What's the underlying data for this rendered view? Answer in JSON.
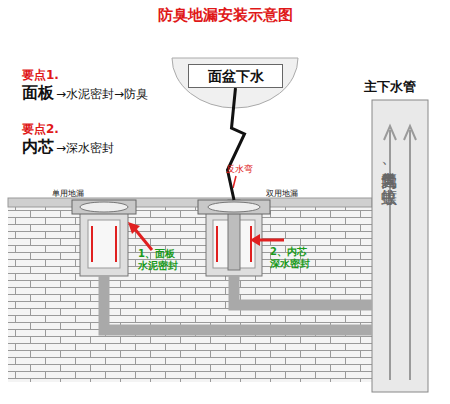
{
  "diagram": {
    "title": "防臭地漏安装示意图",
    "nodes": [
      {
        "text": [
          "面盆下水"
        ]
      },
      {
        "text": [
          "单用地漏"
        ]
      },
      {
        "text": [
          "双用地漏"
        ]
      },
      {
        "text": [
          "主下水管",
          "管道内臭气、蚊虫等"
        ]
      }
    ],
    "edges": [
      {
        "from": 0,
        "to": 2,
        "arrow": "none"
      },
      {
        "from": 1,
        "to": 3,
        "arrow": "none"
      },
      {
        "from": 2,
        "to": 3,
        "arrow": "none"
      }
    ],
    "labels": [
      "要点1.",
      "面板",
      "→水泥密封→防臭",
      "要点2.",
      "内芯",
      "→深水密封",
      "反水弯",
      "1、面板 水泥密封",
      "2、内芯 深水密封"
    ]
  }
}
